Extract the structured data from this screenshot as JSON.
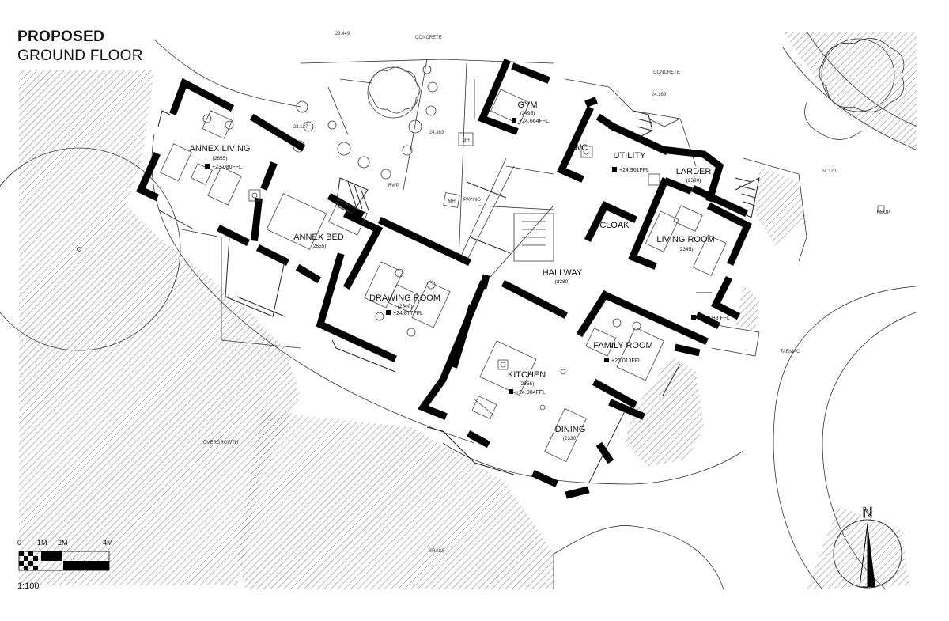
{
  "title": {
    "line1": "PROPOSED",
    "line2": "GROUND FLOOR"
  },
  "rooms": [
    {
      "id": "annex-living",
      "name": "ANNEX LIVING",
      "height": "(2655)",
      "level": "+23.080FFL"
    },
    {
      "id": "annex-bed",
      "name": "ANNEX BED",
      "height": "(2655)",
      "level": ""
    },
    {
      "id": "gym",
      "name": "GYM",
      "height": "(2495)",
      "level": "+24.664FFL"
    },
    {
      "id": "wc",
      "name": "WC",
      "height": "",
      "level": ""
    },
    {
      "id": "utility",
      "name": "UTILITY",
      "height": "",
      "level": "+24.961FFL"
    },
    {
      "id": "larder",
      "name": "LARDER",
      "height": "(2390)",
      "level": ""
    },
    {
      "id": "cloak",
      "name": "CLOAK",
      "height": "",
      "level": ""
    },
    {
      "id": "living-room",
      "name": "LIVING ROOM",
      "height": "(2345)",
      "level": ""
    },
    {
      "id": "hallway",
      "name": "HALLWAY",
      "height": "(2380)",
      "level": ""
    },
    {
      "id": "drawing-room",
      "name": "DRAWING ROOM",
      "height": "(2500)",
      "level": "+24.877FFL"
    },
    {
      "id": "family-room",
      "name": "FAMILY ROOM",
      "height": "",
      "level": "+25.013FFL"
    },
    {
      "id": "kitchen",
      "name": "KITCHEN",
      "height": "(2355)",
      "level": "+24.984FFL"
    },
    {
      "id": "dining",
      "name": "DINING",
      "height": "(2330)",
      "level": ""
    }
  ],
  "site_labels": {
    "concrete_1": "CONCRETE",
    "concrete_2": "CONCRETE",
    "paving": "PAVING",
    "tarmac": "TARMAC",
    "grass": "GRASS",
    "overgrowth": "OVERGROWTH",
    "mh_1": "MH",
    "mh_2": "MH",
    "hsop": "HSOP",
    "rwp": "RWP"
  },
  "spot_levels": {
    "top_left": "23.449",
    "annex_garden": "23.127",
    "paving": "24.383",
    "concrete": "24.163",
    "east": "24.320",
    "entrance": "+25.038 FFL"
  },
  "scale_bar": {
    "ticks": [
      "0",
      "1M",
      "2M",
      "4M"
    ],
    "ratio": "1:100"
  },
  "north_arrow": {
    "label": "N"
  }
}
